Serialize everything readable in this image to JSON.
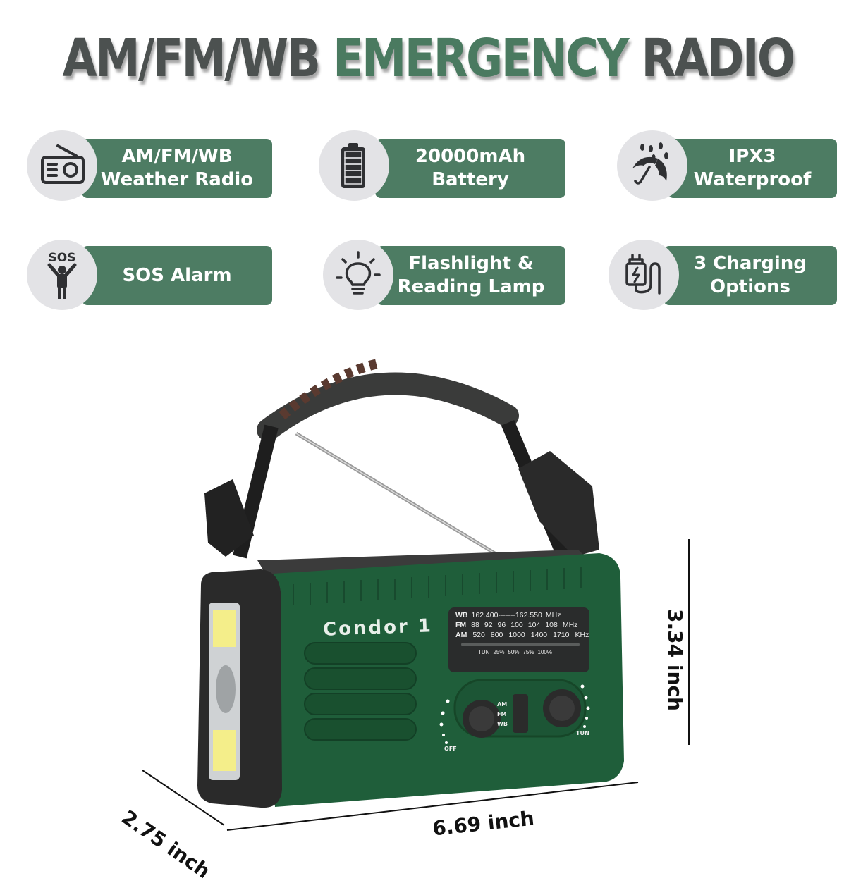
{
  "title": {
    "part1": "AM/FM/WB ",
    "part2": "EMERGENCY ",
    "part3": "RADIO",
    "colors": {
      "grey": "#4c5150",
      "green": "#4a7a60"
    }
  },
  "features": [
    {
      "icon": "radio-icon",
      "line1": "AM/FM/WB",
      "line2": "Weather Radio"
    },
    {
      "icon": "battery-icon",
      "line1": "20000mAh",
      "line2": "Battery"
    },
    {
      "icon": "umbrella-rain-icon",
      "line1": "IPX3",
      "line2": "Waterproof"
    },
    {
      "icon": "sos-person-icon",
      "line1": "SOS Alarm",
      "line2": ""
    },
    {
      "icon": "lightbulb-icon",
      "line1": "Flashlight &",
      "line2": "Reading Lamp"
    },
    {
      "icon": "charger-icon",
      "line1": "3 Charging",
      "line2": "Options"
    }
  ],
  "feature_colors": {
    "pill": "#4d7c63",
    "circle": "#e3e3e6",
    "icon": "#2f3033"
  },
  "product": {
    "brand": "Condor 1",
    "body_color": "#1f5e3a",
    "dial": {
      "rows": [
        {
          "band": "WB",
          "values": [
            "162.400-------162.550",
            "MHz"
          ]
        },
        {
          "band": "FM",
          "values": [
            "88",
            "92",
            "96",
            "100",
            "104",
            "108",
            "MHz"
          ]
        },
        {
          "band": "AM",
          "values": [
            "520",
            "800",
            "1000",
            "1400",
            "1710",
            "KHz"
          ]
        }
      ],
      "indicators": [
        "TUN",
        "25%",
        "50%",
        "75%",
        "100%"
      ]
    },
    "band_switch": [
      "AM",
      "FM",
      "WB"
    ],
    "volume_label": "OFF",
    "tune_label": "TUN"
  },
  "dimensions": {
    "height": "3.34 inch",
    "width": "6.69 inch",
    "depth": "2.75 inch"
  }
}
